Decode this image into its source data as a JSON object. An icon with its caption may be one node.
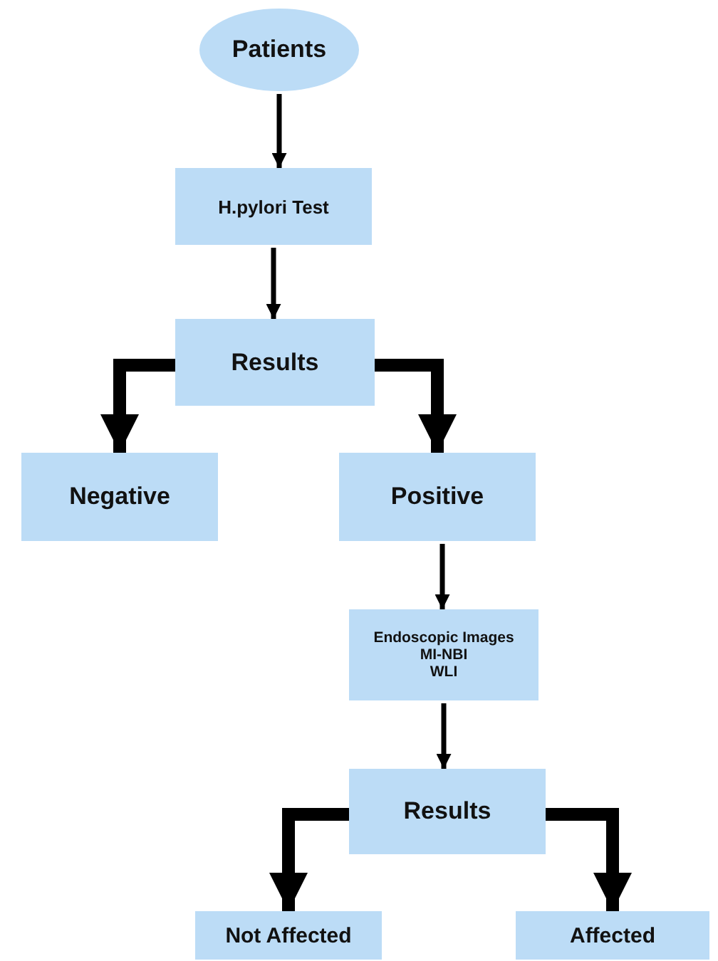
{
  "diagram": {
    "nodes": [
      {
        "text": [
          "Patients"
        ]
      },
      {
        "text": [
          "H.pylori Test"
        ]
      },
      {
        "text": [
          "Results"
        ]
      },
      {
        "text": [
          "Negative"
        ]
      },
      {
        "text": [
          "Positive"
        ]
      },
      {
        "text": [
          "Endoscopic Images",
          "MI-NBI",
          "WLI"
        ]
      },
      {
        "text": [
          "Results"
        ]
      },
      {
        "text": [
          "Not Affected"
        ]
      },
      {
        "text": [
          "Affected"
        ]
      }
    ],
    "edges": [
      {
        "from": 0,
        "to": 1,
        "arrow": "to"
      },
      {
        "from": 1,
        "to": 2,
        "arrow": "to"
      },
      {
        "from": 2,
        "to": 3,
        "arrow": "to",
        "style": "thick"
      },
      {
        "from": 2,
        "to": 4,
        "arrow": "to",
        "style": "thick"
      },
      {
        "from": 4,
        "to": 5,
        "arrow": "to"
      },
      {
        "from": 5,
        "to": 6,
        "arrow": "to"
      },
      {
        "from": 6,
        "to": 7,
        "arrow": "to",
        "style": "thick"
      },
      {
        "from": 6,
        "to": 8,
        "arrow": "to",
        "style": "thick"
      }
    ]
  }
}
